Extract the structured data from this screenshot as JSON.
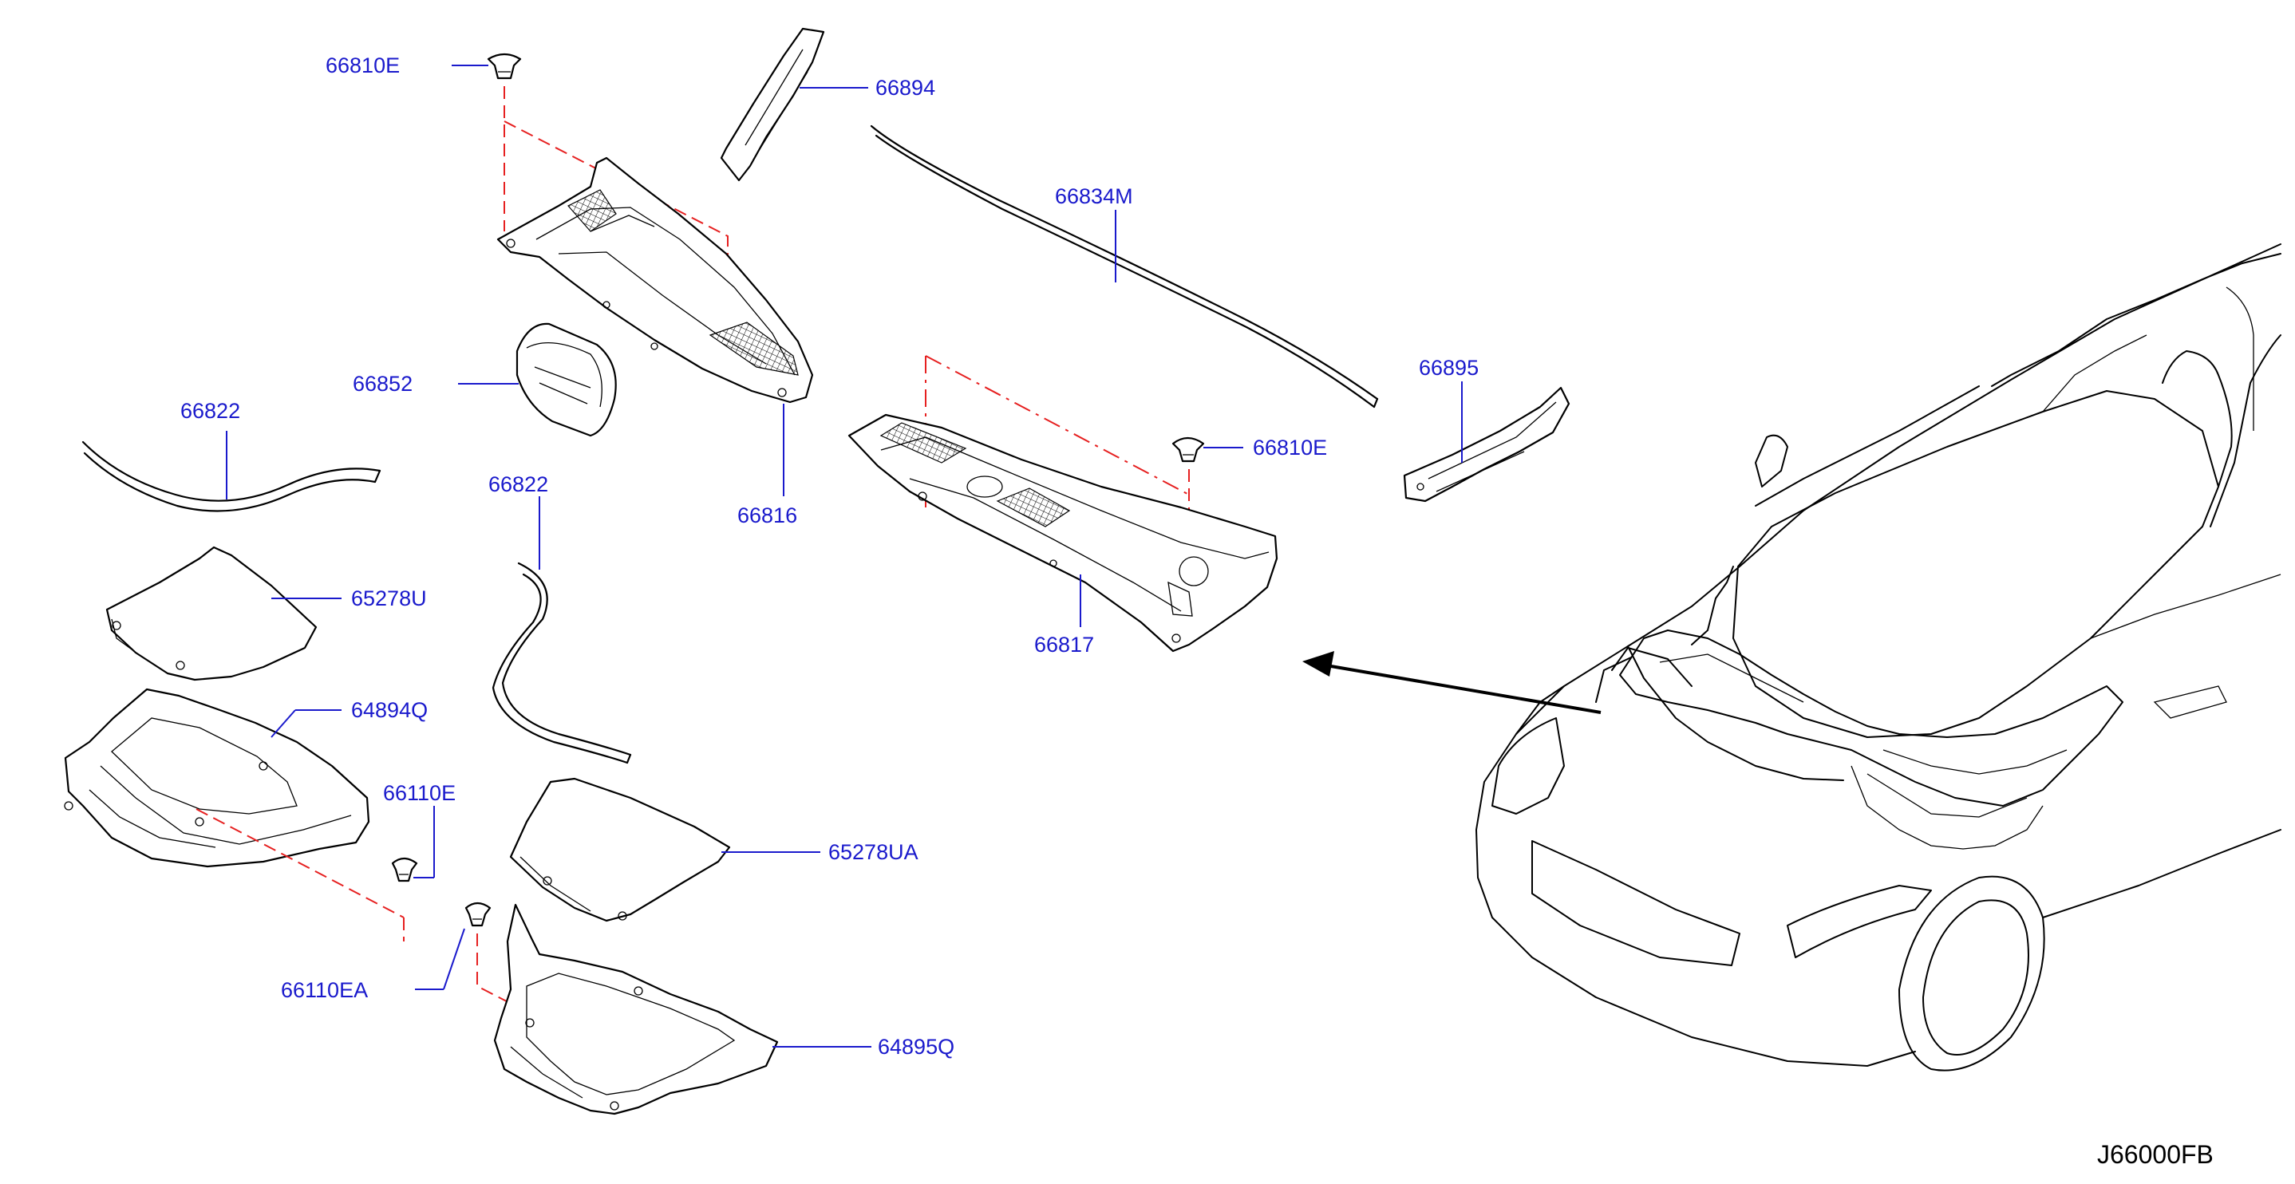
{
  "diagram": {
    "code": "J66000FB",
    "labels": {
      "p66810E_top": "66810E",
      "p66894": "66894",
      "p66834M": "66834M",
      "p66852": "66852",
      "p66822_left": "66822",
      "p66822_mid": "66822",
      "p66816": "66816",
      "p66895": "66895",
      "p66810E_right": "66810E",
      "p66817": "66817",
      "p65278U": "65278U",
      "p64894Q": "64894Q",
      "p66110E": "66110E",
      "p65278UA": "65278UA",
      "p66110EA": "66110EA",
      "p64895Q": "64895Q"
    }
  },
  "colors": {
    "label_text": "#1a1acc",
    "leader_line": "#1a1acc",
    "dashed_reference": "#e62020",
    "outline": "#000000",
    "background": "#ffffff"
  }
}
